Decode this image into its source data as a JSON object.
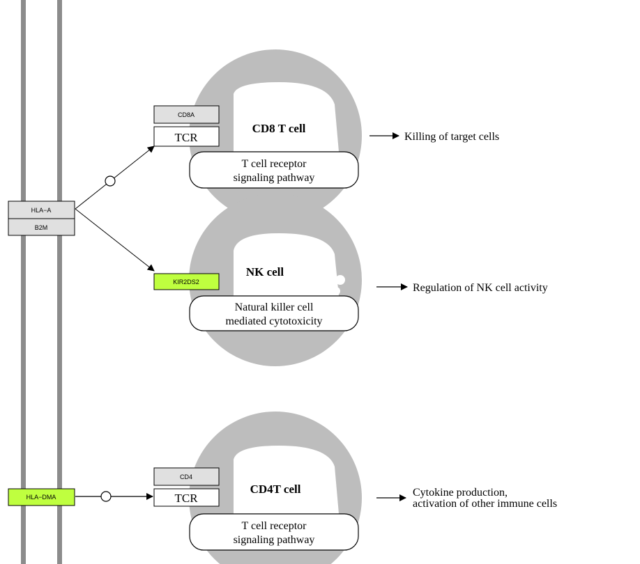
{
  "colors": {
    "membrane": "#8c8c8c",
    "cell_ring": "#bdbdbd",
    "gene_default": "#e0e0e0",
    "gene_highlight": "#bfff3f",
    "stroke": "#000000"
  },
  "genes": {
    "hla_a": "HLA−A",
    "b2m": "B2M",
    "cd8a": "CD8A",
    "kir2ds2": "KIR2DS2",
    "cd4": "CD4",
    "hla_dma": "HLA−DMA"
  },
  "receptors": {
    "tcr_top": "TCR",
    "tcr_bottom": "TCR"
  },
  "cells": {
    "cd8": {
      "title": "CD8 T cell",
      "pathway_line1": "T cell receptor",
      "pathway_line2": "signaling pathway"
    },
    "nk": {
      "title": "NK cell",
      "pathway_line1": "Natural killer cell",
      "pathway_line2": "mediated cytotoxicity"
    },
    "cd4": {
      "title": "CD4T cell",
      "pathway_line1": "T cell receptor",
      "pathway_line2": "signaling pathway"
    }
  },
  "outcomes": {
    "killing": "Killing of target cells",
    "nk_regulation": "Regulation of NK cell activity",
    "cytokine_line1": "Cytokine production,",
    "cytokine_line2": "activation of other immune cells"
  }
}
